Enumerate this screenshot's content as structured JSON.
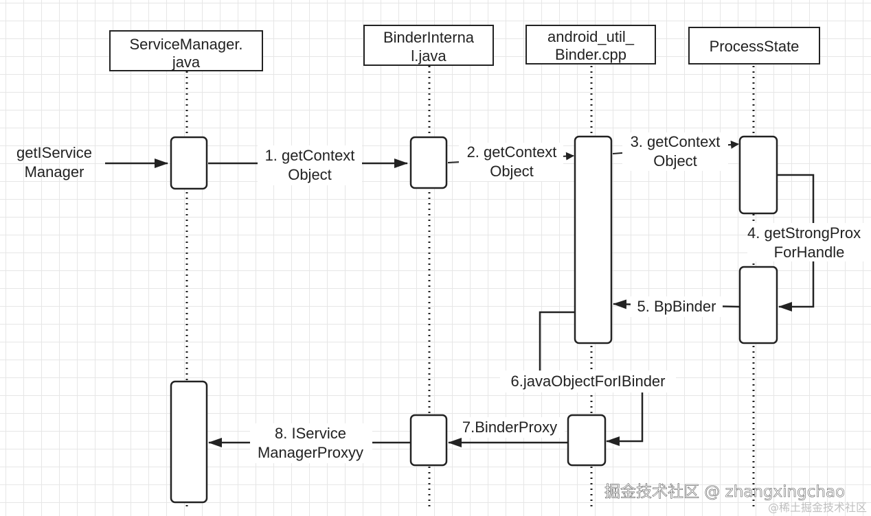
{
  "participants": [
    {
      "id": "service-manager",
      "lines": [
        "ServiceManager.",
        "java"
      ]
    },
    {
      "id": "binder-internal",
      "lines": [
        "BinderInterna",
        "l.java"
      ]
    },
    {
      "id": "android-util-binder",
      "lines": [
        "android_util_",
        "Binder.cpp"
      ]
    },
    {
      "id": "process-state",
      "lines": [
        "ProcessState"
      ]
    }
  ],
  "messages": [
    {
      "id": "get-iservice-manager",
      "lines": [
        "getIService",
        "Manager"
      ]
    },
    {
      "id": "msg-1",
      "lines": [
        "1. getContext",
        "Object"
      ]
    },
    {
      "id": "msg-2",
      "lines": [
        "2. getContext",
        "Object"
      ]
    },
    {
      "id": "msg-3",
      "lines": [
        "3. getContext",
        "Object"
      ]
    },
    {
      "id": "msg-4",
      "lines": [
        "4. getStrongProx",
        "ForHandle"
      ]
    },
    {
      "id": "msg-5",
      "lines": [
        "5. BpBinder"
      ]
    },
    {
      "id": "msg-6",
      "lines": [
        "6.javaObjectForIBinder"
      ]
    },
    {
      "id": "msg-7",
      "lines": [
        "7.BinderProxy"
      ]
    },
    {
      "id": "msg-8",
      "lines": [
        "8. IService",
        "ManagerProxyy"
      ]
    }
  ],
  "watermark": {
    "main": "掘金技术社区 @ zhangxingchao",
    "sub": "@稀土掘金技术社区"
  },
  "colors": {
    "line": "#222222",
    "grid": "#e6e6e6",
    "background": "#ffffff"
  }
}
